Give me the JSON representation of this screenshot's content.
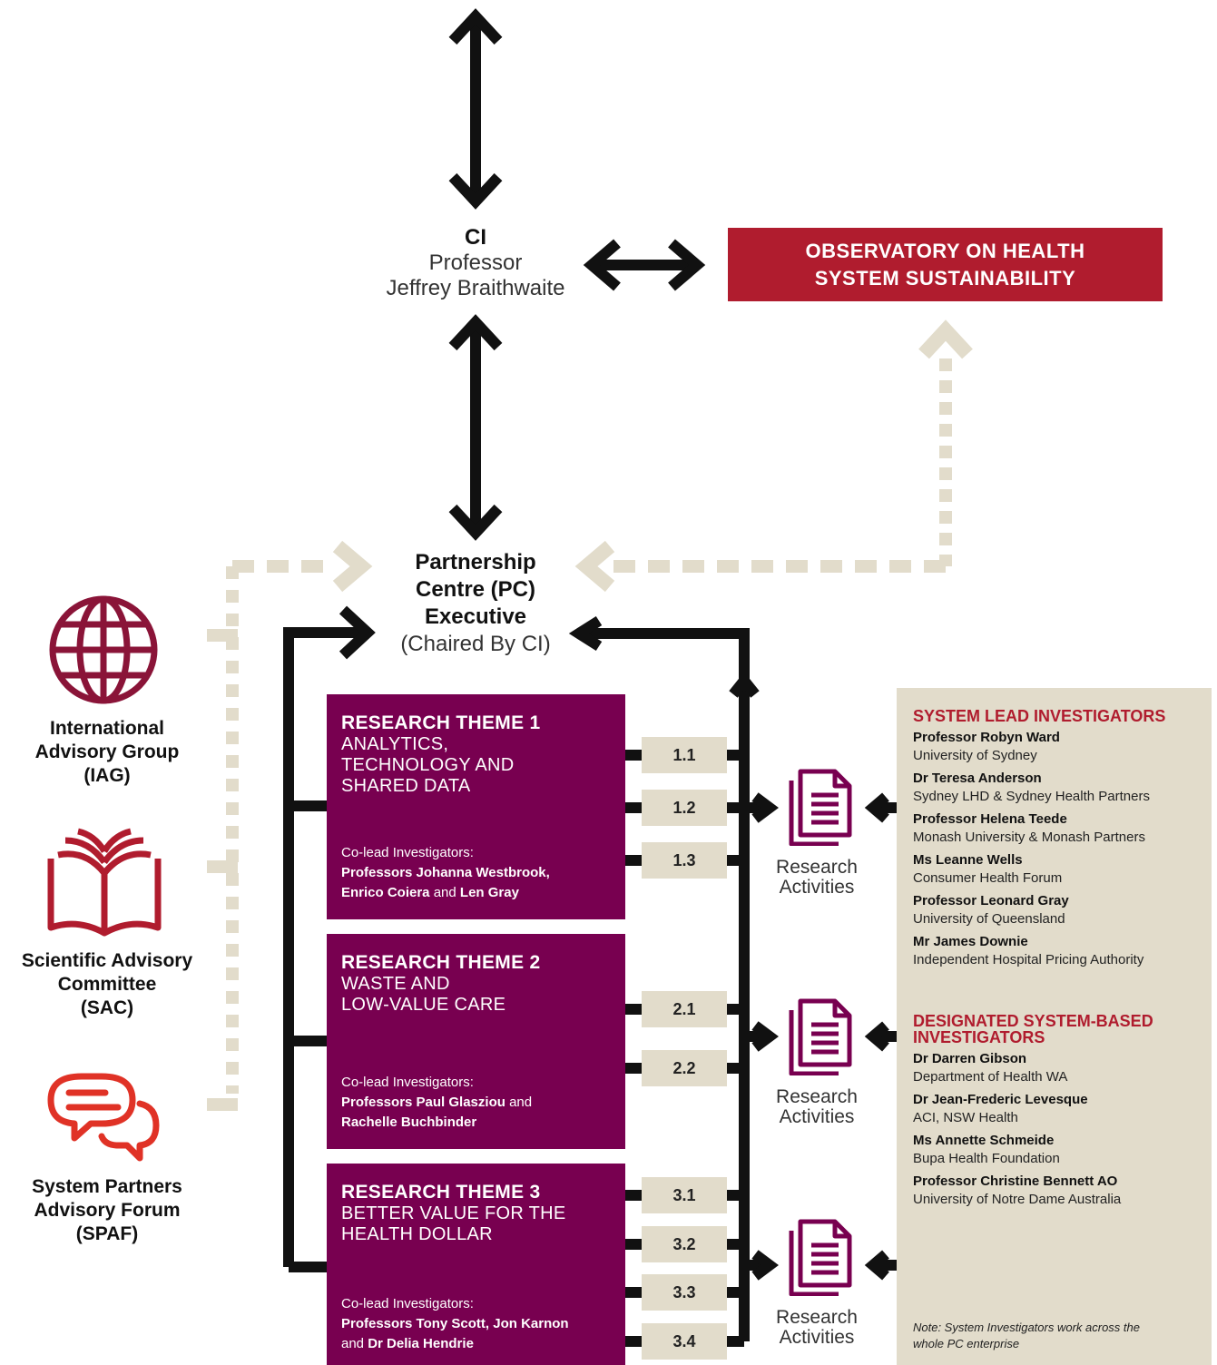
{
  "ci": {
    "title": "CI",
    "role": "Professor",
    "name": "Jeffrey Braithwaite"
  },
  "observatory": {
    "line1": "OBSERVATORY ON HEALTH",
    "line2": "SYSTEM SUSTAINABILITY"
  },
  "pc": {
    "line1": "Partnership",
    "line2": "Centre (PC)",
    "line3": "Executive",
    "line4": "(Chaired By CI)"
  },
  "advisory": [
    {
      "line1": "International",
      "line2": "Advisory Group",
      "line3": "(IAG)",
      "icon": "globe-icon"
    },
    {
      "line1": "Scientific Advisory",
      "line2": "Committee",
      "line3": "(SAC)",
      "icon": "book-icon"
    },
    {
      "line1": "System Partners",
      "line2": "Advisory Forum",
      "line3": "(SPAF)",
      "icon": "chat-icon"
    }
  ],
  "themes": [
    {
      "title": "RESEARCH THEME 1",
      "sub1": "ANALYTICS,",
      "sub2": "TECHNOLOGY AND",
      "sub3": "SHARED DATA",
      "colead_label": "Co-lead Investigators:",
      "colead_a": "Professors Johanna Westbrook,",
      "colead_b": "Enrico Coiera",
      "colead_and": " and ",
      "colead_c": "Len Gray",
      "projects": [
        "1.1",
        "1.2",
        "1.3"
      ]
    },
    {
      "title": "RESEARCH THEME 2",
      "sub1": "WASTE AND",
      "sub2": "LOW-VALUE CARE",
      "sub3": "",
      "colead_label": "Co-lead Investigators:",
      "colead_a": "Professors Paul Glasziou",
      "colead_and": " and",
      "colead_b": "Rachelle Buchbinder",
      "projects": [
        "2.1",
        "2.2"
      ]
    },
    {
      "title": "RESEARCH THEME 3",
      "sub1": "BETTER VALUE FOR THE",
      "sub2": "HEALTH DOLLAR",
      "sub3": "",
      "colead_label": "Co-lead Investigators:",
      "colead_a": "Professors Tony Scott, Jon Karnon",
      "colead_pre": "and ",
      "colead_b": "Dr Delia Hendrie",
      "projects": [
        "3.1",
        "3.2",
        "3.3",
        "3.4"
      ]
    }
  ],
  "research_activities": {
    "line1": "Research",
    "line2": "Activities"
  },
  "system_leads": {
    "title": "SYSTEM LEAD INVESTIGATORS",
    "people": [
      {
        "name": "Professor Robyn Ward",
        "org": "University of Sydney"
      },
      {
        "name": "Dr Teresa Anderson",
        "org": "Sydney LHD & Sydney Health Partners"
      },
      {
        "name": "Professor Helena Teede",
        "org": "Monash University & Monash Partners"
      },
      {
        "name": "Ms Leanne Wells",
        "org": "Consumer Health Forum"
      },
      {
        "name": "Professor Leonard Gray",
        "org": "University of Queensland"
      },
      {
        "name": "Mr James Downie",
        "org": "Independent Hospital Pricing Authority"
      }
    ]
  },
  "designated": {
    "title1": "DESIGNATED SYSTEM-BASED",
    "title2": "INVESTIGATORS",
    "people": [
      {
        "name": "Dr Darren Gibson",
        "org": "Department of Health WA"
      },
      {
        "name": "Dr Jean-Frederic Levesque",
        "org": "ACI, NSW Health"
      },
      {
        "name": "Ms Annette Schmeide",
        "org": "Bupa Health Foundation"
      },
      {
        "name": "Professor Christine Bennett AO",
        "org": "University of Notre Dame Australia"
      }
    ]
  },
  "note": {
    "line1": "Note: System Investigators work across the",
    "line2": "whole PC enterprise"
  },
  "colors": {
    "crimson": "#b01c2e",
    "purple": "#780050",
    "beige": "#e2dccb",
    "black": "#111111"
  }
}
